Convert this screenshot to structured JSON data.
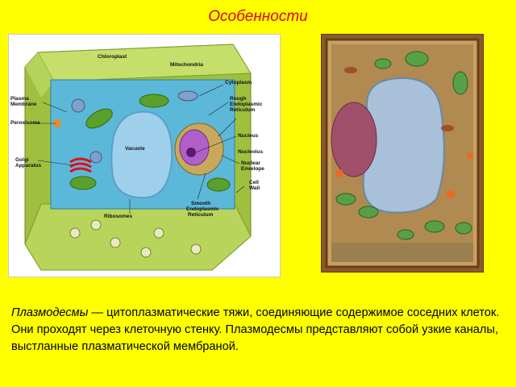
{
  "slide": {
    "title": "Особенности"
  },
  "diagram": {
    "labels": {
      "chloroplast": "Chloroplast",
      "mitochondria": "Mitochondria",
      "plasma": "Plasma",
      "membrane": "Membrane",
      "cytoplasm": "Cytoplasm",
      "rough_1": "Rough",
      "rough_2": "Endoplasmic",
      "rough_3": "Reticulum",
      "peroxisome": "Peroxisome",
      "nucleus": "Nucleus",
      "vacuole": "Vacuole",
      "nucleolus": "Nucleolus",
      "golgi_1": "Golgi",
      "golgi_2": "Apparatus",
      "envelope_1": "Nuclear",
      "envelope_2": "Envelope",
      "cellwall_1": "Cell",
      "cellwall_2": "Wall",
      "ribosomes": "Ribosomes",
      "smooth_1": "Smooth",
      "smooth_2": "Endoplasmic",
      "smooth_3": "Reticulum"
    },
    "colors": {
      "wall": "#a9c84a",
      "cytoplasm": "#5cb8d8",
      "vacuole": "#9ed0ec",
      "nucleus": "#b060c8"
    }
  },
  "caption": {
    "term": "Плазмодесмы",
    "text": " — цитоплазматические тяжи, соединяющие содержимое соседних клеток. Они проходят через клеточную стенку. Плазмодесмы представляют собой узкие каналы, выстланные плазматической мембраной."
  }
}
